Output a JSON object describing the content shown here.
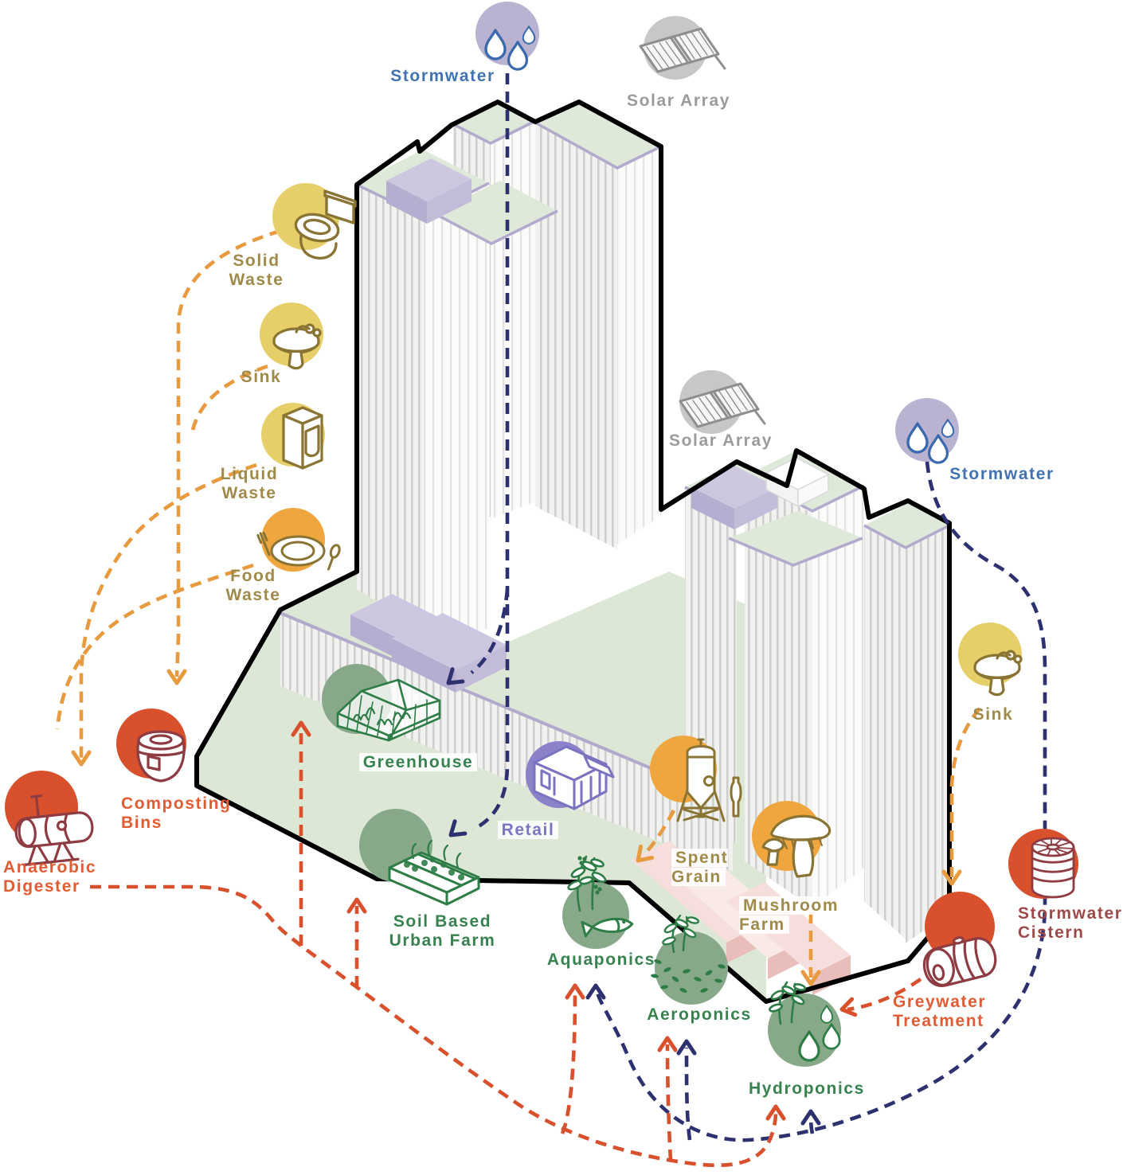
{
  "colors": {
    "navy": "#2e3170",
    "flow_waste": "#e89a3f",
    "flow_recycle": "#d8502c",
    "c_yellow": "#e6cf68",
    "c_orange": "#f0a63e",
    "c_red": "#d8502c",
    "c_lavender": "#b9b3d1",
    "c_gray": "#c8c7c7",
    "c_sage": "#87a98a",
    "c_purple": "#8b82ca",
    "t_blue": "#4273b1",
    "t_gray": "#9b9b9b",
    "t_olive": "#a08a4a",
    "t_red": "#e25c33",
    "t_maroon": "#9c4a49",
    "t_green": "#37824f",
    "t_purple": "#7d74c2"
  },
  "flow_legend": {
    "stormwater_lines": "#2e3170",
    "waste_lines": "#e89a3f",
    "recycle_lines": "#d8502c"
  },
  "nodes": {
    "stormwater_top": {
      "label": "Stormwater"
    },
    "solar_array_top": {
      "label": "Solar Array"
    },
    "solid_waste": {
      "label": "Solid Waste"
    },
    "sink_left": {
      "label": "Sink"
    },
    "liquid_waste": {
      "label": "Liquid Waste"
    },
    "food_waste": {
      "label": "Food Waste"
    },
    "composting_bins": {
      "label": "Composting Bins"
    },
    "anaerobic_digester": {
      "label": "Anaerobic Digester"
    },
    "greenhouse": {
      "label": "Greenhouse"
    },
    "retail": {
      "label": "Retail"
    },
    "solar_array_right": {
      "label": "Solar Array"
    },
    "stormwater_right": {
      "label": "Stormwater"
    },
    "sink_right": {
      "label": "Sink"
    },
    "soil_based_urban_farm": {
      "label": "Soil Based Urban Farm"
    },
    "aquaponics": {
      "label": "Aquaponics"
    },
    "spent_grain": {
      "label": "Spent Grain"
    },
    "mushroom_farm": {
      "label": "Mushroom Farm"
    },
    "aeroponics": {
      "label": "Aeroponics"
    },
    "hydroponics": {
      "label": "Hydroponics"
    },
    "greywater_treatment": {
      "label": "Greywater Treatment"
    },
    "stormwater_cistern": {
      "label": "Stormwater Cistern"
    }
  }
}
